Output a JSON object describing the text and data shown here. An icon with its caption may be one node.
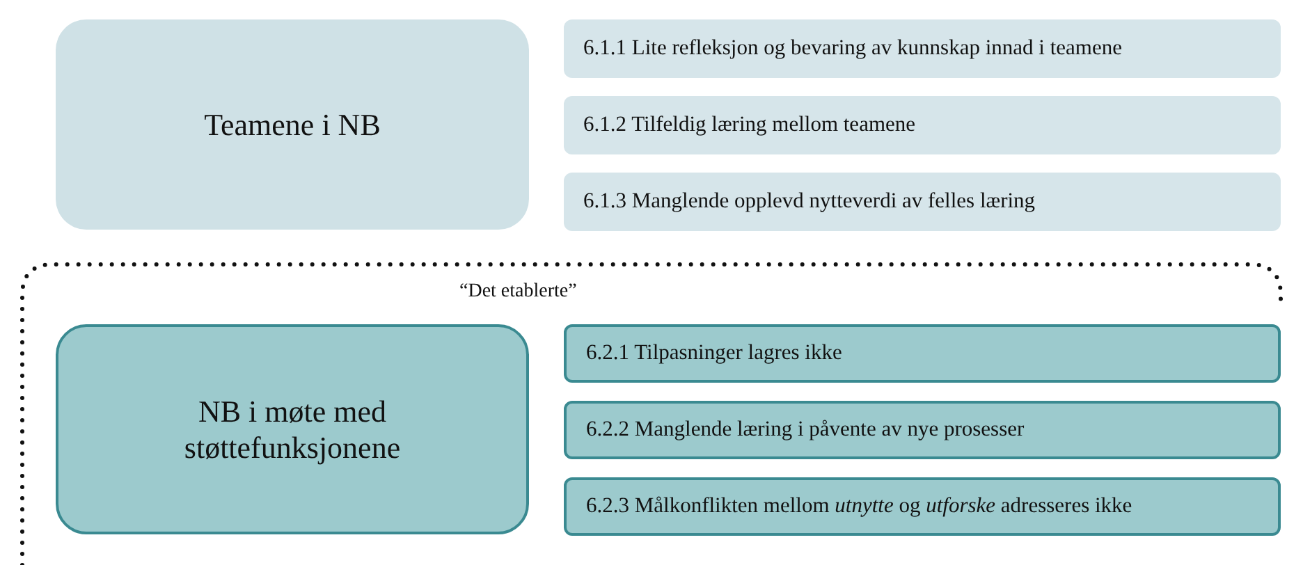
{
  "diagram": {
    "nodes": [
      {
        "text": [
          "Teamene i NB"
        ]
      },
      {
        "text": [
          "6.1.1 Lite refleksjon og bevaring av kunnskap innad i teamene"
        ]
      },
      {
        "text": [
          "6.1.2 Tilfeldig læring mellom teamene"
        ]
      },
      {
        "text": [
          "6.1.3 Manglende opplevd nytteverdi av felles læring"
        ]
      },
      {
        "text": [
          "“Det etablerte”"
        ]
      },
      {
        "text": [
          "NB i møte med støttefunksjonene"
        ],
        "in": 4
      },
      {
        "text": [
          "6.2.1 Tilpasninger lagres ikke"
        ],
        "in": 4
      },
      {
        "text": [
          "6.2.2 Manglende læring i påvente av nye prosesser"
        ],
        "in": 4
      },
      {
        "text": [
          "6.2.3 Målkonflikten mellom *utnytte* og *utforske* adresseres ikke"
        ],
        "in": 4
      }
    ]
  }
}
